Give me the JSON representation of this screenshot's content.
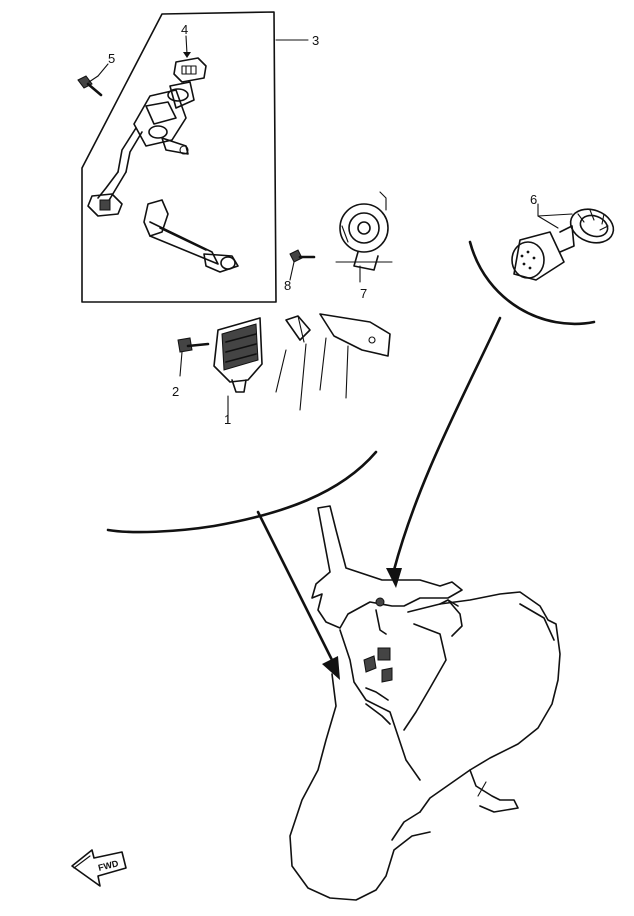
{
  "callouts": [
    {
      "id": "1",
      "text": "1"
    },
    {
      "id": "2",
      "text": "2"
    },
    {
      "id": "3",
      "text": "3"
    },
    {
      "id": "4",
      "text": "4"
    },
    {
      "id": "5",
      "text": "5"
    },
    {
      "id": "6",
      "text": "6"
    },
    {
      "id": "7",
      "text": "7"
    },
    {
      "id": "8",
      "text": "8"
    }
  ],
  "direction_marker": {
    "text": "FWD"
  },
  "colors": {
    "ink": "#111111",
    "background": "#ffffff"
  }
}
